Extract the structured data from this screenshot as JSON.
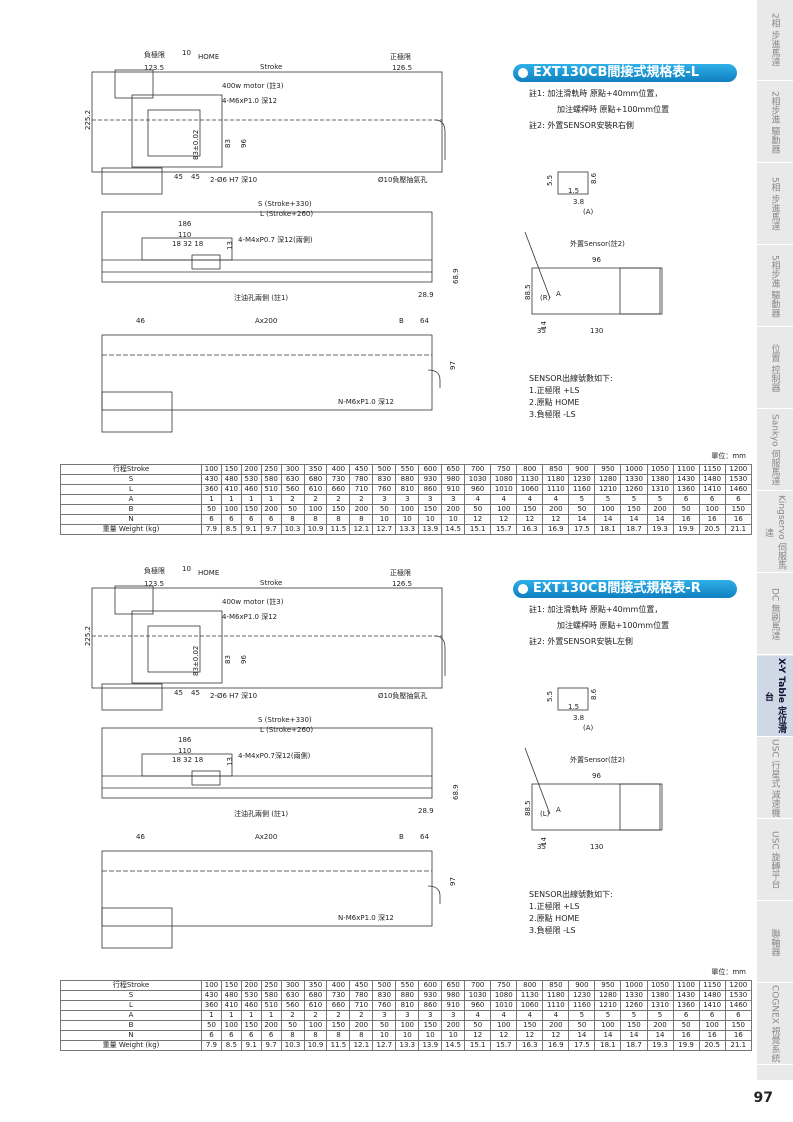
{
  "sidebar": [
    {
      "label": "2相 步進馬達"
    },
    {
      "label": "2相步進 驅動器"
    },
    {
      "label": "5相 步進馬達"
    },
    {
      "label": "5相步進 驅動器"
    },
    {
      "label": "位置 控制器"
    },
    {
      "label": "Sankyo 伺服馬達"
    },
    {
      "label": "Kingservo 伺服馬達"
    },
    {
      "label": "DC 無刷馬達"
    },
    {
      "label": "X-Y Table 定位滑台"
    },
    {
      "label": "USC 行星式 減速機"
    },
    {
      "label": "USC 旋轉平台"
    },
    {
      "label": "聯軸器"
    },
    {
      "label": "COGNEX 視覺系統"
    }
  ],
  "page_number": "97",
  "unit_label": "單位：mm",
  "sections": [
    {
      "title": "EXT130CB間接式規格表-L",
      "notes": [
        "註1: 加注滑軌時 原點+40mm位置，",
        "加注螺桿時 原點+100mm位置",
        "註2: 外置SENSOR安裝R右側"
      ],
      "sensor_title": "SENSOR出線號數如下:",
      "sensor_items": [
        "1.正極限  +LS",
        "2.原點     HOME",
        "3.負極限  -LS"
      ],
      "drawing": {
        "neg_limit": "負極限",
        "home": "HOME",
        "home_dim": "10",
        "d1235": "123.5",
        "stroke": "Stroke",
        "pos_limit": "正極限",
        "d1265": "126.5",
        "motor": "400w motor (註3)",
        "m6": "4-M6xP1.0 深12",
        "h2252": "225.2",
        "d83": "83±0.02",
        "d83b": "83",
        "d96": "96",
        "d45a": "45",
        "d45b": "45",
        "pin": "2-Ø6 H7 深10",
        "suck": "Ø10負壓抽氣孔",
        "s330": "S (Stroke+330)",
        "l260": "L (Stroke+260)",
        "d186": "186",
        "d110": "110",
        "d18": "18 32 18",
        "d13": "13",
        "m4": "4-M4xP0.7 深12(兩側)",
        "oil": "注油孔兩側 (註1)",
        "d289": "28.9",
        "d689": "68.9",
        "d46": "46",
        "ax200": "Ax200",
        "b": "B",
        "d64": "64",
        "d97": "97",
        "nm6": "N-M6xP1.0 深12",
        "s55": "5.5",
        "s15": "1.5",
        "s38": "3.8",
        "s86": "8.6",
        "sA": "(A)",
        "ext": "外置Sensor(註2)",
        "e96": "96",
        "e885": "88.5",
        "eR": "(R)",
        "e14": "14",
        "e35": "35",
        "e130": "130",
        "eA": "A"
      }
    },
    {
      "title": "EXT130CB間接式規格表-R",
      "notes": [
        "註1: 加注滑軌時 原點+40mm位置，",
        "加注螺桿時 原點+100mm位置",
        "註2: 外置SENSOR安裝L左側"
      ],
      "sensor_title": "SENSOR出線號數如下:",
      "sensor_items": [
        "1.正極限  +LS",
        "2.原點     HOME",
        "3.負極限  -LS"
      ],
      "drawing": {
        "neg_limit": "負極限",
        "home": "HOME",
        "home_dim": "10",
        "d1235": "123.5",
        "stroke": "Stroke",
        "pos_limit": "正極限",
        "d1265": "126.5",
        "motor": "400w motor (註3)",
        "m6": "4-M6xP1.0 深12",
        "h2252": "225.2",
        "d83": "83±0.02",
        "d83b": "83",
        "d96": "96",
        "d45a": "45",
        "d45b": "45",
        "pin": "2-Ø6 H7 深10",
        "suck": "Ø10負壓抽氣孔",
        "s330": "S (Stroke+330)",
        "l260": "L (Stroke+260)",
        "d186": "186",
        "d110": "110",
        "d18": "18 32 18",
        "d13": "13",
        "m4": "4-M4xP0.7深12(兩側)",
        "oil": "注油孔兩側 (註1)",
        "d289": "28.9",
        "d689": "68.9",
        "d46": "46",
        "ax200": "Ax200",
        "b": "B",
        "d64": "64",
        "d97": "97",
        "nm6": "N-M6xP1.0 深12",
        "s55": "5.5",
        "s15": "1.5",
        "s38": "3.8",
        "s86": "8.6",
        "sA": "(A)",
        "ext": "外置Sensor(註2)",
        "e96": "96",
        "e885": "88.5",
        "eR": "(L)",
        "e14": "14",
        "e35": "35",
        "e130": "130",
        "eA": "A"
      }
    }
  ],
  "table": {
    "rows": [
      {
        "label": "行程Stroke",
        "values": [
          "100",
          "150",
          "200",
          "250",
          "300",
          "350",
          "400",
          "450",
          "500",
          "550",
          "600",
          "650",
          "700",
          "750",
          "800",
          "850",
          "900",
          "950",
          "1000",
          "1050",
          "1100",
          "1150",
          "1200"
        ]
      },
      {
        "label": "S",
        "values": [
          "430",
          "480",
          "530",
          "580",
          "630",
          "680",
          "730",
          "780",
          "830",
          "880",
          "930",
          "980",
          "1030",
          "1080",
          "1130",
          "1180",
          "1230",
          "1280",
          "1330",
          "1380",
          "1430",
          "1480",
          "1530"
        ]
      },
      {
        "label": "L",
        "values": [
          "360",
          "410",
          "460",
          "510",
          "560",
          "610",
          "660",
          "710",
          "760",
          "810",
          "860",
          "910",
          "960",
          "1010",
          "1060",
          "1110",
          "1160",
          "1210",
          "1260",
          "1310",
          "1360",
          "1410",
          "1460"
        ]
      },
      {
        "label": "A",
        "values": [
          "1",
          "1",
          "1",
          "1",
          "2",
          "2",
          "2",
          "2",
          "3",
          "3",
          "3",
          "3",
          "4",
          "4",
          "4",
          "4",
          "5",
          "5",
          "5",
          "5",
          "6",
          "6",
          "6"
        ]
      },
      {
        "label": "B",
        "values": [
          "50",
          "100",
          "150",
          "200",
          "50",
          "100",
          "150",
          "200",
          "50",
          "100",
          "150",
          "200",
          "50",
          "100",
          "150",
          "200",
          "50",
          "100",
          "150",
          "200",
          "50",
          "100",
          "150"
        ]
      },
      {
        "label": "N",
        "values": [
          "6",
          "6",
          "6",
          "6",
          "8",
          "8",
          "8",
          "8",
          "10",
          "10",
          "10",
          "10",
          "12",
          "12",
          "12",
          "12",
          "14",
          "14",
          "14",
          "14",
          "16",
          "16",
          "16"
        ]
      },
      {
        "label": "重量 Weight (kg)",
        "values": [
          "7.9",
          "8.5",
          "9.1",
          "9.7",
          "10.3",
          "10.9",
          "11.5",
          "12.1",
          "12.7",
          "13.3",
          "13.9",
          "14.5",
          "15.1",
          "15.7",
          "16.3",
          "16.9",
          "17.5",
          "18.1",
          "18.7",
          "19.3",
          "19.9",
          "20.5",
          "21.1"
        ]
      }
    ]
  }
}
